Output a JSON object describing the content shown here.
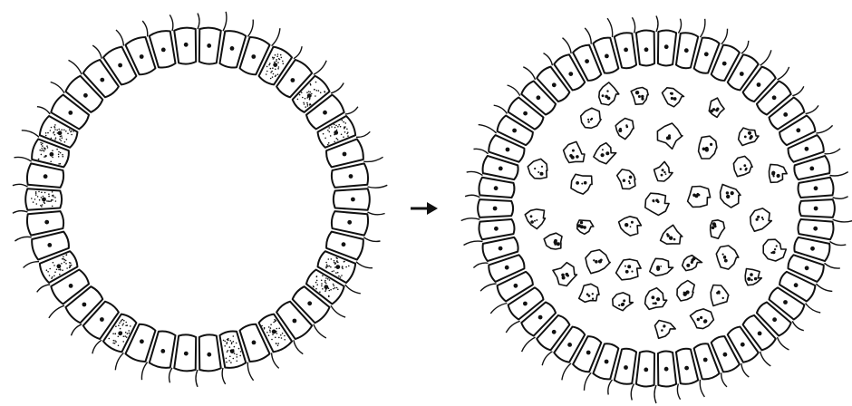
{
  "figure": {
    "panels": [
      {
        "id": "blastula-hollow",
        "cell_count": 42,
        "stippled_cells": [
          3,
          5,
          7,
          13,
          14,
          17,
          19,
          24,
          28,
          31,
          33,
          34
        ],
        "cilia": true,
        "interior_cells": 0
      },
      {
        "id": "blastula-ingression",
        "cell_count": 50,
        "stippled_cells": [],
        "cilia": true,
        "interior_cells": 50
      }
    ],
    "arrow_symbol": "→",
    "colors": {
      "ink": "#111111",
      "paper": "#ffffff"
    }
  }
}
